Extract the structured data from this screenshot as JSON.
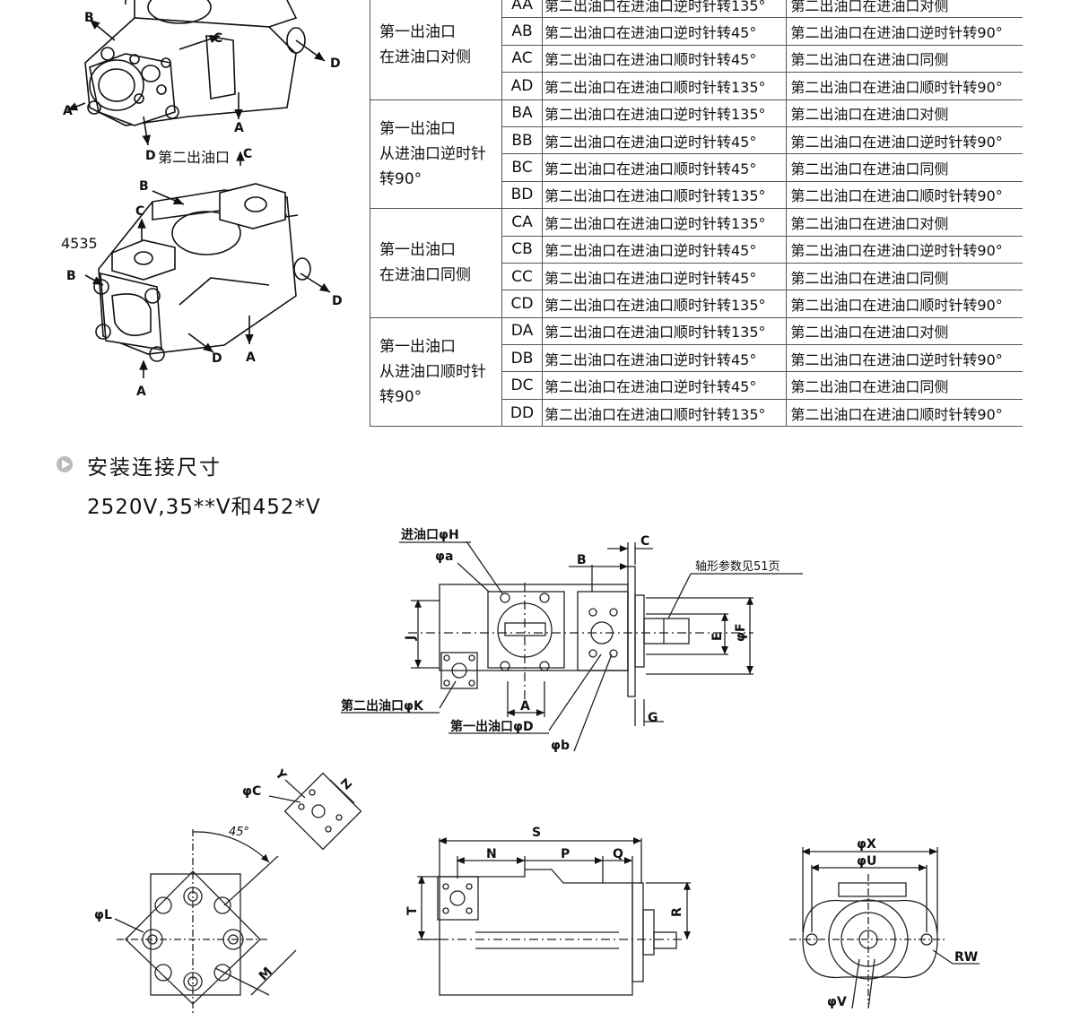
{
  "table": {
    "groups": [
      {
        "label": "第一出油口在进油口对侧",
        "lines": [
          "第一出油口",
          "在进油口对侧"
        ],
        "rows": [
          {
            "code": "AA",
            "second": "第二出油口在进油口逆时针转135°",
            "note": "第二出油口在进油口对侧"
          },
          {
            "code": "AB",
            "second": "第二出油口在进油口逆时针转45°",
            "note": "第二出油口在进油口逆时针转90°"
          },
          {
            "code": "AC",
            "second": "第二出油口在进油口顺时针转45°",
            "note": "第二出油口在进油口同侧"
          },
          {
            "code": "AD",
            "second": "第二出油口在进油口顺时针转135°",
            "note": "第二出油口在进油口顺时针转90°"
          }
        ]
      },
      {
        "label": "第一出油口从进油口逆时针转90°",
        "lines": [
          "第一出油口",
          "从进油口逆时针",
          "转90°"
        ],
        "rows": [
          {
            "code": "BA",
            "second": "第二出油口在进油口逆时针转135°",
            "note": "第二出油口在进油口对侧"
          },
          {
            "code": "BB",
            "second": "第二出油口在进油口逆时针转45°",
            "note": "第二出油口在进油口逆时针转90°"
          },
          {
            "code": "BC",
            "second": "第二出油口在进油口顺时针转45°",
            "note": "第二出油口在进油口同侧"
          },
          {
            "code": "BD",
            "second": "第二出油口在进油口顺时针转135°",
            "note": "第二出油口在进油口顺时针转90°"
          }
        ]
      },
      {
        "label": "第一出油口在进油口同侧",
        "lines": [
          "第一出油口",
          "在进油口同侧"
        ],
        "rows": [
          {
            "code": "CA",
            "second": "第二出油口在进油口逆时针转135°",
            "note": "第二出油口在进油口对侧"
          },
          {
            "code": "CB",
            "second": "第二出油口在进油口逆时针转45°",
            "note": "第二出油口在进油口逆时针转90°"
          },
          {
            "code": "CC",
            "second": "第二出油口在进油口逆时针转45°",
            "note": "第二出油口在进油口同侧"
          },
          {
            "code": "CD",
            "second": "第二出油口在进油口顺时针转135°",
            "note": "第二出油口在进油口顺时针转90°"
          }
        ]
      },
      {
        "label": "第一出油口从进油口顺时针转90°",
        "lines": [
          "第一出油口",
          "从进油口顺时针",
          "转90°"
        ],
        "rows": [
          {
            "code": "DA",
            "second": "第二出油口在进油口顺时针转135°",
            "note": "第二出油口在进油口对侧"
          },
          {
            "code": "DB",
            "second": "第二出油口在进油口逆时针转45°",
            "note": "第二出油口在进油口逆时针转90°"
          },
          {
            "code": "DC",
            "second": "第二出油口在进油口逆时针转45°",
            "note": "第二出油口在进油口同侧"
          },
          {
            "code": "DD",
            "second": "第二出油口在进油口顺时针转135°",
            "note": "第二出油口在进油口顺时针转90°"
          }
        ]
      }
    ]
  },
  "section": {
    "title": "安装连接尺寸",
    "models": "2520V,35**V和452*V"
  },
  "pump_figures": {
    "top": {
      "labels": [
        "B",
        "C",
        "D",
        "A",
        "A",
        "D",
        "C"
      ],
      "second_outlet": "第二出油口"
    },
    "bottom": {
      "model": "4535",
      "labels": [
        "B",
        "C",
        "B",
        "D",
        "A",
        "D",
        "A"
      ]
    }
  },
  "drawing_main": {
    "inlet": "进油口φH",
    "phi_a": "φa",
    "B": "B",
    "C": "C",
    "shaft_note": "轴形参数见51页",
    "J": "J",
    "E": "E",
    "phi_F": "φF",
    "second_outlet": "第二出油口φK",
    "A": "A",
    "G": "G",
    "first_outlet": "第一出油口φD",
    "phi_b": "φb"
  },
  "drawing_left": {
    "phi_C": "φC",
    "Y": "Y",
    "Z": "Z",
    "angle": "45°",
    "phi_L": "φL",
    "M": "M"
  },
  "drawing_side": {
    "S": "S",
    "N": "N",
    "P": "P",
    "Q": "Q",
    "T": "T",
    "R": "R"
  },
  "drawing_end": {
    "phi_X": "φX",
    "phi_U": "φU",
    "RW": "RW",
    "phi_V": "φV"
  }
}
